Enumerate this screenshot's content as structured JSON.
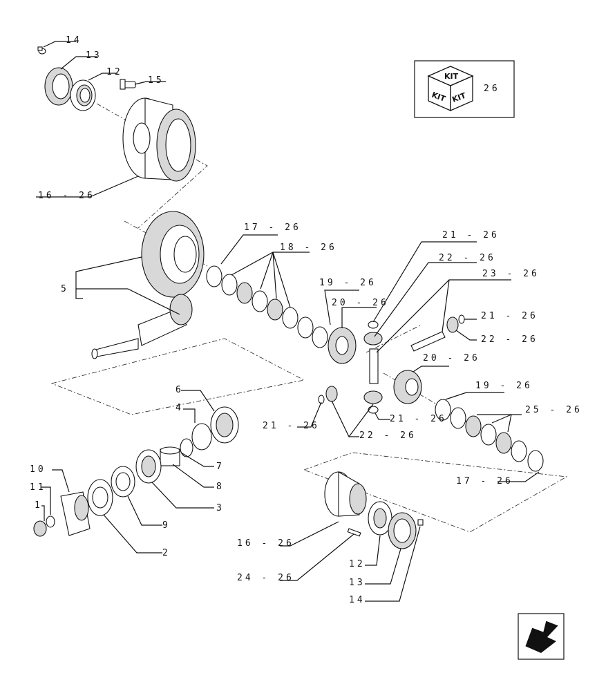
{
  "kit": {
    "label": "KIT",
    "ref": "26"
  },
  "callouts": [
    {
      "id": "c14a",
      "text": "14"
    },
    {
      "id": "c13a",
      "text": "13"
    },
    {
      "id": "c12a",
      "text": "12"
    },
    {
      "id": "c15",
      "text": "15"
    },
    {
      "id": "c16a",
      "text": "16 - 26"
    },
    {
      "id": "c17a",
      "text": "17 - 26"
    },
    {
      "id": "c18",
      "text": "18 - 26"
    },
    {
      "id": "c5",
      "text": "5"
    },
    {
      "id": "c19a",
      "text": "19 - 26"
    },
    {
      "id": "c20a",
      "text": "20 - 26"
    },
    {
      "id": "c21a",
      "text": "21 - 26"
    },
    {
      "id": "c22a",
      "text": "22 - 26"
    },
    {
      "id": "c23",
      "text": "23 - 26"
    },
    {
      "id": "c21b",
      "text": "21 - 26"
    },
    {
      "id": "c22b",
      "text": "22 - 26"
    },
    {
      "id": "c20b",
      "text": "20 - 26"
    },
    {
      "id": "c19b",
      "text": "19 - 26"
    },
    {
      "id": "c25",
      "text": "25 - 26"
    },
    {
      "id": "c21c",
      "text": "21 - 26"
    },
    {
      "id": "c21d",
      "text": "21 - 26"
    },
    {
      "id": "c22c",
      "text": "22 - 26"
    },
    {
      "id": "c17b",
      "text": "17 - 26"
    },
    {
      "id": "c6",
      "text": "6"
    },
    {
      "id": "c4",
      "text": "4"
    },
    {
      "id": "c7",
      "text": "7"
    },
    {
      "id": "c8",
      "text": "8"
    },
    {
      "id": "c3",
      "text": "3"
    },
    {
      "id": "c10",
      "text": "10"
    },
    {
      "id": "c11",
      "text": "11"
    },
    {
      "id": "c1",
      "text": "1"
    },
    {
      "id": "c9",
      "text": "9"
    },
    {
      "id": "c2",
      "text": "2"
    },
    {
      "id": "c16b",
      "text": "16 - 26"
    },
    {
      "id": "c24",
      "text": "24 - 26"
    },
    {
      "id": "c12b",
      "text": "12"
    },
    {
      "id": "c13b",
      "text": "13"
    },
    {
      "id": "c14b",
      "text": "14"
    }
  ]
}
